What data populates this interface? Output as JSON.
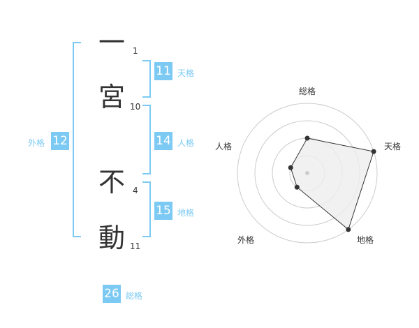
{
  "surname": [
    {
      "char": "一",
      "strokes": "1"
    },
    {
      "char": "宮",
      "strokes": "10"
    }
  ],
  "given": [
    {
      "char": "不",
      "strokes": "4"
    },
    {
      "char": "動",
      "strokes": "11"
    }
  ],
  "scores": {
    "tenkaku": {
      "value": "11",
      "label": "天格"
    },
    "jinkaku": {
      "value": "14",
      "label": "人格"
    },
    "chikaku": {
      "value": "15",
      "label": "地格"
    },
    "gaikaku": {
      "value": "12",
      "label": "外格"
    },
    "soukaku": {
      "value": "26",
      "label": "総格"
    }
  },
  "colors": {
    "accent": "#7ccaf3",
    "text": "#333333",
    "grid": "#cccccc",
    "fill": "#eeeeee"
  },
  "chart_data": {
    "type": "radar",
    "axes": [
      "総格",
      "天格",
      "地格",
      "外格",
      "人格"
    ],
    "values": [
      0.5,
      1.0,
      1.0,
      0.25,
      0.25
    ],
    "max": 1.0,
    "rings": 4
  }
}
